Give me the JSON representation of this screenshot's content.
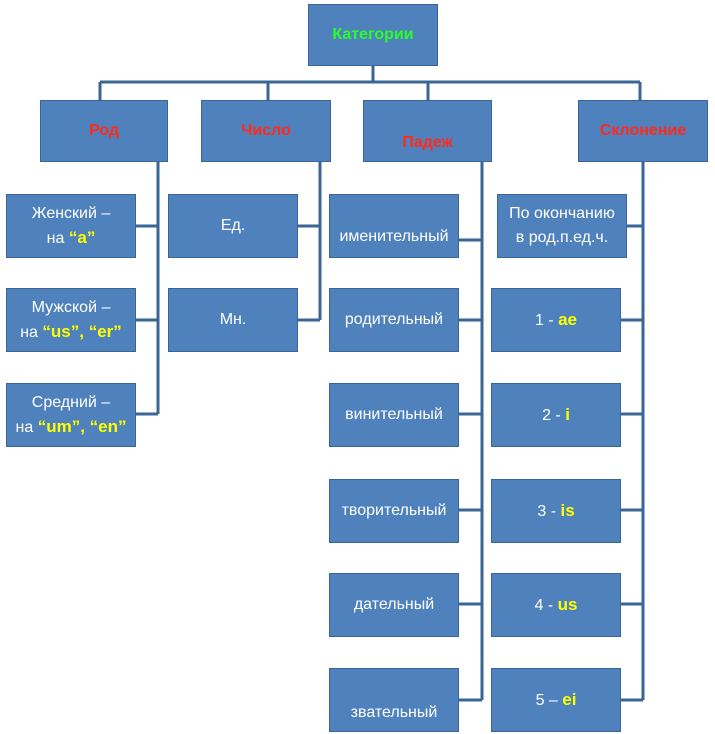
{
  "root": {
    "label": "Категории"
  },
  "categories": {
    "gender": {
      "label": "Род",
      "items": [
        {
          "line1": "Женский –",
          "pre": "на ",
          "endings": "“a”"
        },
        {
          "line1": "Мужской –",
          "pre": "на ",
          "endings": "“us”, “er”"
        },
        {
          "line1": "Средний –",
          "pre": "на ",
          "endings": "“um”, “en”"
        }
      ]
    },
    "number": {
      "label": "Число",
      "items": [
        "Ед.",
        "Мн."
      ]
    },
    "case": {
      "label": "Падеж",
      "items": [
        "именительный",
        "родительный",
        "винительный",
        "творительный",
        "дательный",
        "звательный"
      ]
    },
    "declension": {
      "label": "Склонение",
      "intro": {
        "line1": "По окончанию",
        "line2": "в род.п.ед.ч."
      },
      "items": [
        {
          "num": "1 - ",
          "ending": "ae"
        },
        {
          "num": "2 - ",
          "ending": "i"
        },
        {
          "num": "3 - ",
          "ending": "is"
        },
        {
          "num": "4 - ",
          "ending": "us"
        },
        {
          "num": "5 – ",
          "ending": "ei"
        }
      ]
    }
  },
  "colors": {
    "box": "#4f81bd",
    "connector": "#3a6597",
    "header_text": "#ff2a1a",
    "root_text": "#28ff28",
    "ending_text": "#ffff00"
  }
}
